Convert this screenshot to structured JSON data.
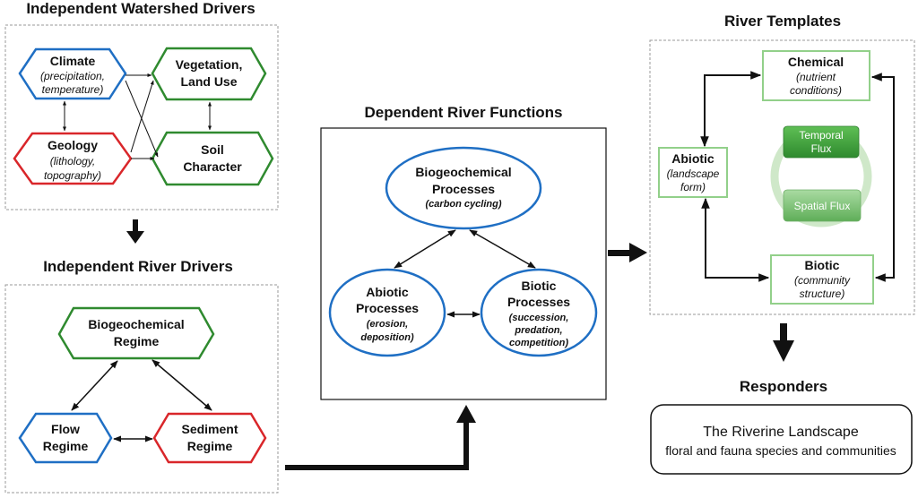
{
  "colors": {
    "blue": "#1f6fc4",
    "red": "#d9262a",
    "green": "#2f8a2f",
    "light_green": "#92d08a",
    "flux_green": "#3f9a3f",
    "flux_light": "#6fbf6a",
    "arrow": "#111111",
    "dashed_border": "#9a9a9a"
  },
  "watershed": {
    "title": "Independent Watershed Drivers",
    "climate": {
      "title": "Climate",
      "sub1": "(precipitation,",
      "sub2": "temperature)"
    },
    "geology": {
      "title": "Geology",
      "sub1": "(lithology,",
      "sub2": "topography)"
    },
    "vegetation": {
      "title1": "Vegetation,",
      "title2": "Land Use"
    },
    "soil": {
      "title1": "Soil",
      "title2": "Character"
    }
  },
  "river_drivers": {
    "title": "Independent River Drivers",
    "biogeochemical": {
      "title1": "Biogeochemical",
      "title2": "Regime"
    },
    "flow": {
      "title1": "Flow",
      "title2": "Regime"
    },
    "sediment": {
      "title1": "Sediment",
      "title2": "Regime"
    }
  },
  "functions": {
    "title": "Dependent River Functions",
    "biogeochemical": {
      "title1": "Biogeochemical",
      "title2": "Processes",
      "sub": "(carbon cycling)"
    },
    "abiotic": {
      "title1": "Abiotic",
      "title2": "Processes",
      "sub1": "(erosion,",
      "sub2": "deposition)"
    },
    "biotic": {
      "title1": "Biotic",
      "title2": "Processes",
      "sub1": "(succession,",
      "sub2": "predation,",
      "sub3": "competition)"
    }
  },
  "templates": {
    "title": "River Templates",
    "chemical": {
      "title": "Chemical",
      "sub1": "(nutrient",
      "sub2": "conditions)"
    },
    "abiotic": {
      "title": "Abiotic",
      "sub1": "(landscape",
      "sub2": "form)"
    },
    "biotic": {
      "title": "Biotic",
      "sub1": "(community",
      "sub2": "structure)"
    },
    "temporal": {
      "line1": "Temporal",
      "line2": "Flux"
    },
    "spatial": {
      "label": "Spatial Flux"
    }
  },
  "responders": {
    "title": "Responders",
    "box_title": "The Riverine Landscape",
    "box_sub": "floral and fauna species and communities"
  }
}
